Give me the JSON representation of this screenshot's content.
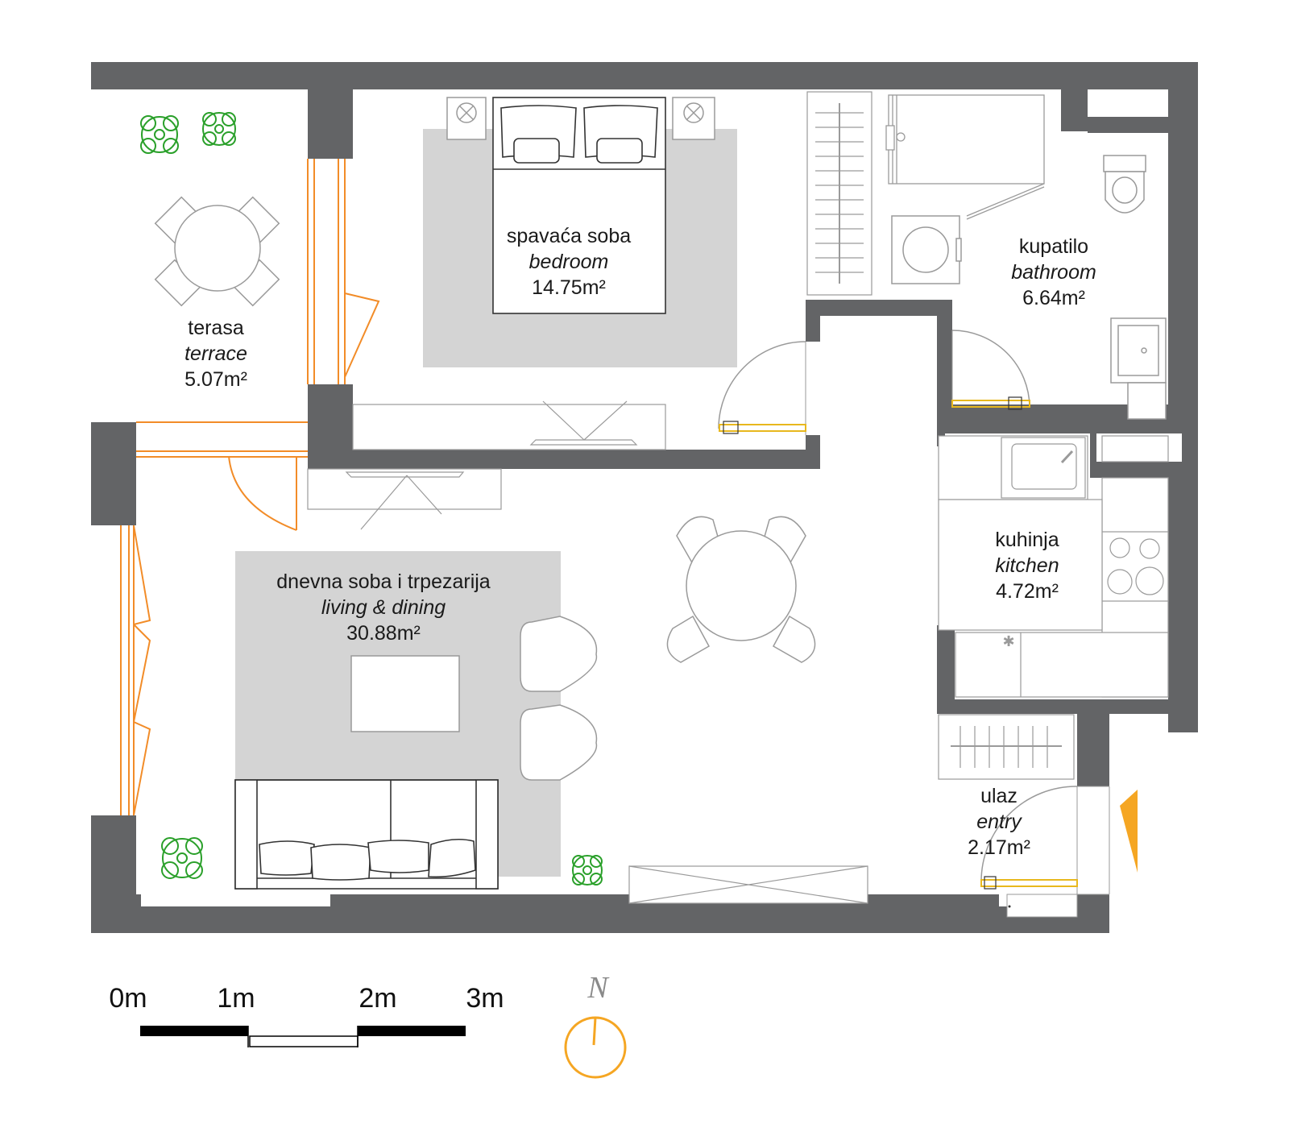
{
  "rooms": {
    "terrace": {
      "name_local": "terasa",
      "name_en": "terrace",
      "area": "5.07m²"
    },
    "bedroom": {
      "name_local": "spavaća soba",
      "name_en": "bedroom",
      "area": "14.75m²"
    },
    "bathroom": {
      "name_local": "kupatilo",
      "name_en": "bathroom",
      "area": "6.64m²"
    },
    "living": {
      "name_local": "dnevna soba i trpezarija",
      "name_en": "living & dining",
      "area": "30.88m²"
    },
    "kitchen": {
      "name_local": "kuhinja",
      "name_en": "kitchen",
      "area": "4.72m²"
    },
    "entry": {
      "name_local": "ulaz",
      "name_en": "entry",
      "area": "2.17m²"
    }
  },
  "scale": {
    "labels": [
      "0m",
      "1m",
      "2m",
      "3m"
    ]
  },
  "compass": {
    "label": "N"
  },
  "colors": {
    "wall": "#636466",
    "rug": "#d4d4d4",
    "window": "#f28c28",
    "door_leaf": "#e8b81e",
    "plant": "#2aa02a",
    "compass": "#f5a623",
    "furniture_line": "#333333",
    "light_line": "#9a9a9a"
  }
}
